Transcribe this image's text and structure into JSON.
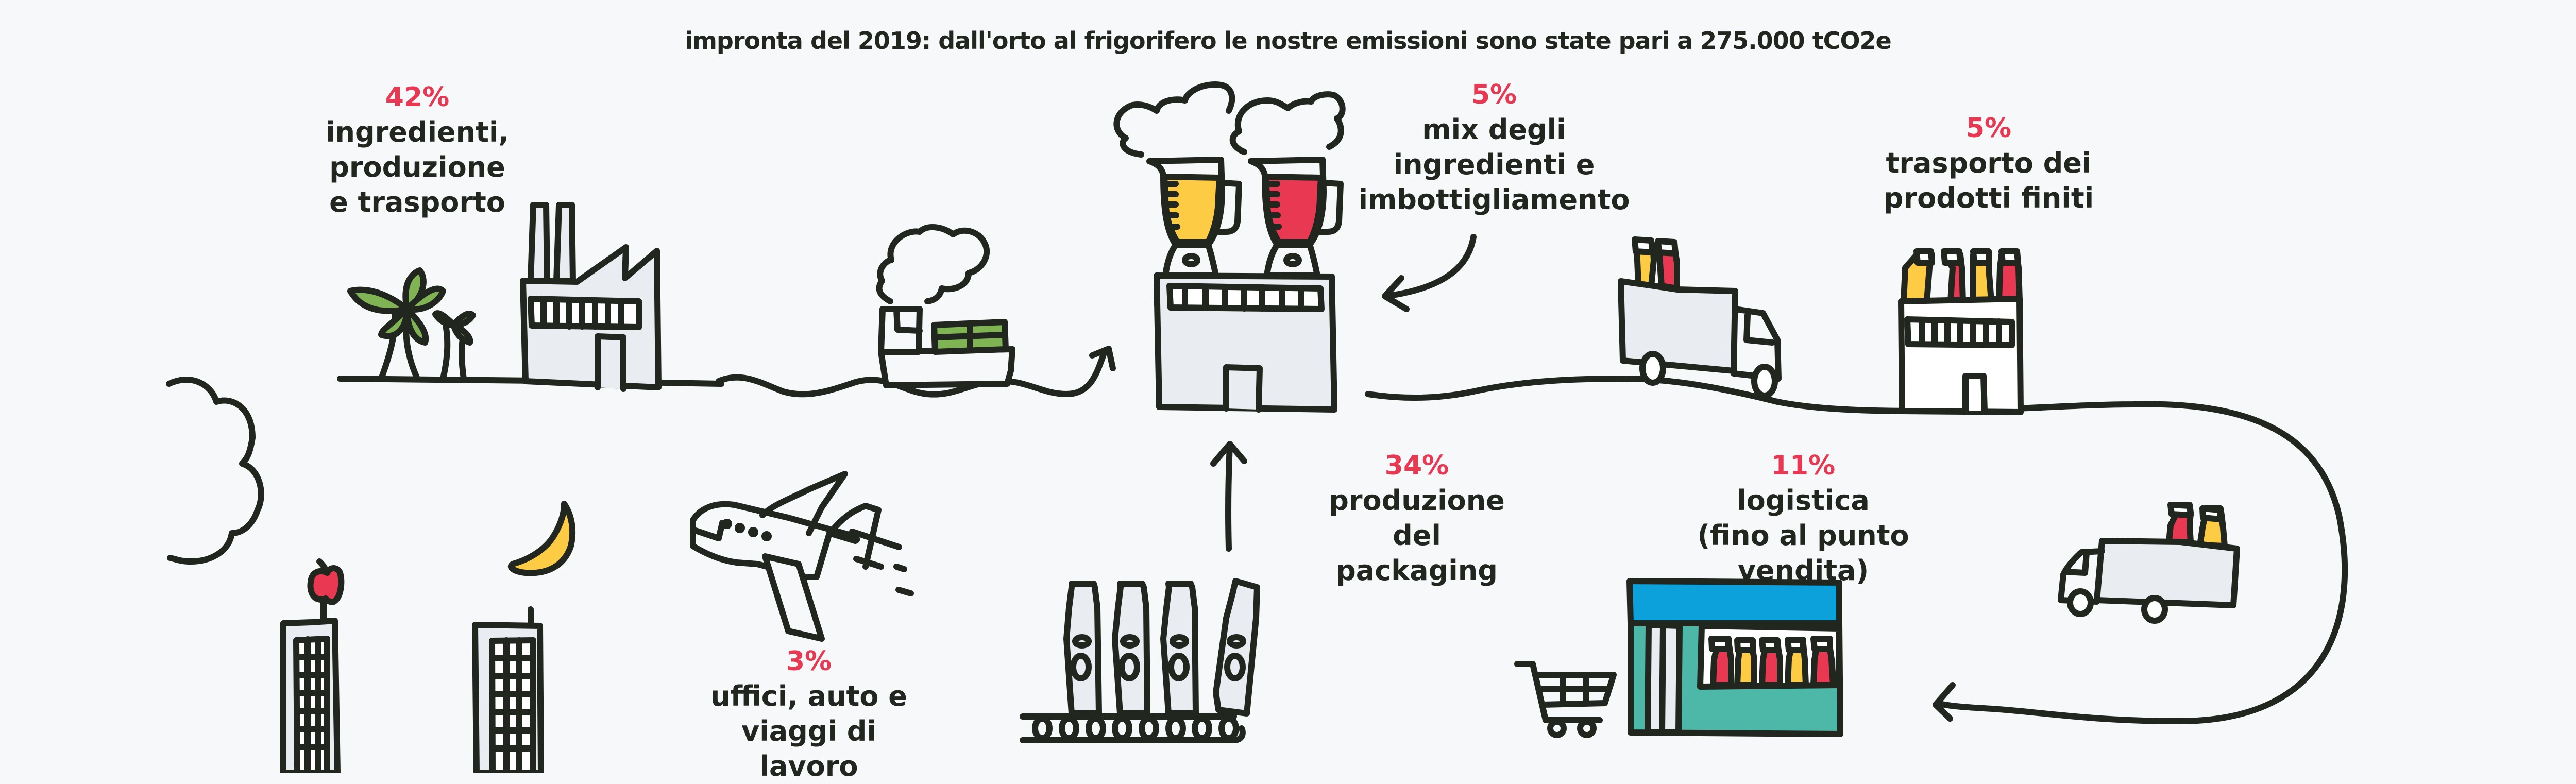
{
  "title": "impronta del 2019: dall'orto al frigorifero le nostre emissioni sono state pari a 275.000 tCO2e",
  "stages": [
    {
      "id": "ingredients",
      "percent": "42%",
      "label": "ingredienti,\nproduzione\ne trasporto",
      "icon": "factory-palm-trees-icon"
    },
    {
      "id": "mixing",
      "percent": "5%",
      "label": "mix degli\ningredienti e\nimbottigliamento",
      "icon": "blender-factory-icon"
    },
    {
      "id": "transport",
      "percent": "5%",
      "label": "trasporto dei\nprodotti finiti",
      "icon": "truck-warehouse-icon"
    },
    {
      "id": "packaging",
      "percent": "34%",
      "label": "produzione\ndel packaging",
      "icon": "bottle-conveyor-icon"
    },
    {
      "id": "logistics",
      "percent": "11%",
      "label": "logistica\n(fino al punto vendita)",
      "icon": "store-truck-icon"
    },
    {
      "id": "offices",
      "percent": "3%",
      "label": "uffici, auto e\nviaggi di lavoro",
      "icon": "office-airplane-icon"
    }
  ],
  "colors": {
    "accent_red": "#e83852",
    "yellow": "#fecb45",
    "green": "#7fb354",
    "blue": "#0ca1db",
    "teal": "#4db8a8",
    "light_gray": "#e9edf2",
    "ink": "#21261f",
    "background": "#f7f8fa"
  }
}
